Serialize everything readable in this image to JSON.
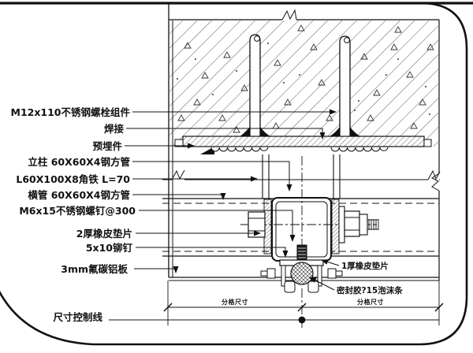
{
  "drawing": {
    "left_labels": [
      "M12x110不锈钢螺栓组件",
      "焊接",
      "预埋件",
      "立柱 60X60X4钢方管",
      "L60X100X8角铁 L=70",
      "横管 60X60X4钢方管",
      "M6x15不锈钢螺钉@300",
      "2厚橡皮垫片",
      "5x10铆钉",
      "3mm氟碳铝板",
      "尺寸控制线"
    ],
    "right_labels": [
      "1厚橡皮垫片",
      "密封胶?15泡沫条"
    ],
    "dimension_labels": [
      "分格尺寸",
      "分格尺寸"
    ],
    "colors": {
      "ink": "#111111",
      "background": "#ffffff"
    }
  }
}
